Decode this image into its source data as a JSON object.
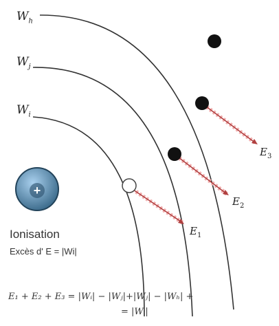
{
  "shells": [
    {
      "id": "wh",
      "label_main": "W",
      "label_sub": "h"
    },
    {
      "id": "wj",
      "label_main": "W",
      "label_sub": "j"
    },
    {
      "id": "wi",
      "label_main": "W",
      "label_sub": "i"
    }
  ],
  "nucleus": {
    "symbol": "+",
    "fill": "#3f6e8e",
    "highlight": "#a9d0ee"
  },
  "photons": [
    {
      "label_main": "E",
      "label_sub": "1"
    },
    {
      "label_main": "E",
      "label_sub": "2"
    },
    {
      "label_main": "E",
      "label_sub": "3"
    }
  ],
  "text": {
    "ionisation": "Ionisation",
    "exces": "Excès d' E  =  |Wi|",
    "formula_line1": "E₁ + E₂ + E₃ = |Wᵢ| − |Wⱼ|+|Wⱼ| − |Wₕ| +",
    "formula_line2": "= |Wᵢ|"
  },
  "colors": {
    "shell": "#333333",
    "electron": "#111111",
    "photon_line": "#b04040",
    "photon_glow": "#f2b0b0"
  }
}
